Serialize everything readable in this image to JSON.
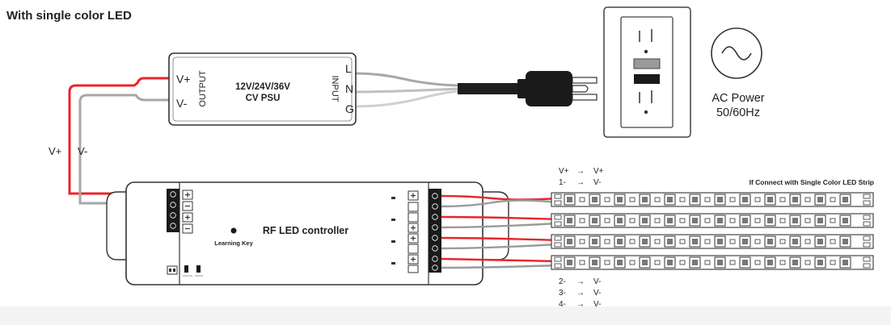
{
  "title": "With single color LED",
  "psu": {
    "output_label": "OUTPUT",
    "input_label": "INPUT",
    "out_pos": "V+",
    "out_neg": "V-",
    "voltage": "12V/24V/36V",
    "type": "CV PSU",
    "line": "L",
    "neutral": "N",
    "ground": "G"
  },
  "wire_labels": {
    "pos": "V+",
    "neg": "V-"
  },
  "ac_power": {
    "label": "AC Power",
    "freq": "50/60Hz"
  },
  "controller": {
    "name": "RF LED controller",
    "learning_key": "Learning Key"
  },
  "strip_title": "If Connect with Single Color LED Strip",
  "mapping_top": [
    {
      "left": "V+",
      "arrow": "→",
      "right": "V+"
    },
    {
      "left": "1-",
      "arrow": "→",
      "right": "V-"
    }
  ],
  "mapping_bottom": [
    {
      "left": "2-",
      "arrow": "→",
      "right": "V-"
    },
    {
      "left": "3-",
      "arrow": "→",
      "right": "V-"
    },
    {
      "left": "4-",
      "arrow": "→",
      "right": "V-"
    }
  ],
  "colors": {
    "wire_red": "#e8262b",
    "wire_grey": "#a7a7a7",
    "wire_black": "#1e1e1e",
    "line": "#333333"
  }
}
